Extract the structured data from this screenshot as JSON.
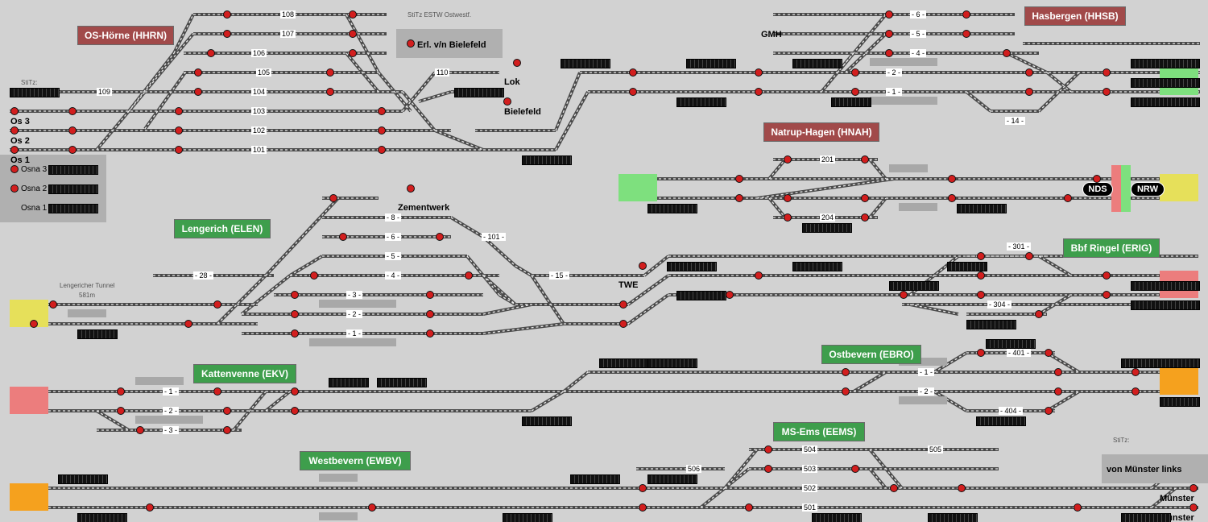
{
  "stations": [
    {
      "id": "hhrn",
      "label": "OS-Hörne (HHRN)",
      "color": "red"
    },
    {
      "id": "hhsb",
      "label": "Hasbergen (HHSB)",
      "color": "red"
    },
    {
      "id": "hnah",
      "label": "Natrup-Hagen (HNAH)",
      "color": "red"
    },
    {
      "id": "elen",
      "label": "Lengerich (ELEN)",
      "color": "green"
    },
    {
      "id": "erig",
      "label": "Bbf Ringel (ERIG)",
      "color": "green"
    },
    {
      "id": "ekv",
      "label": "Kattenvenne (EKV)",
      "color": "green"
    },
    {
      "id": "ebro",
      "label": "Ostbevern (EBRO)",
      "color": "green"
    },
    {
      "id": "eems",
      "label": "MS-Ems (EEMS)",
      "color": "green"
    },
    {
      "id": "ewbv",
      "label": "Westbevern (EWBV)",
      "color": "green"
    }
  ],
  "places": {
    "bielefeld_dir": "Erl. v/n Bielefeld",
    "stitz_estw": "StiTz ESTW Ostwestf.",
    "lok": "Lok",
    "bielefeld": "Bielefeld",
    "gmh": "GMH",
    "os3": "Os 3",
    "os2": "Os 2",
    "os1": "Os 1",
    "osna3": "Osna 3",
    "osna2": "Osna 2",
    "osna1": "Osna 1",
    "stitz_left": "StiTz:",
    "stitz_right": "StiTz:",
    "zementwerk": "Zementwerk",
    "twe": "TWE",
    "tunnel": "Lengericher Tunnel",
    "tunnel_len": "581m",
    "nds": "NDS",
    "nrw": "NRW",
    "von_muenster": "von Münster links",
    "muenster1": "Münster",
    "muenster2": "Münster"
  },
  "tracks": {
    "t108": "108",
    "t107": "107",
    "t106": "106",
    "t105": "105",
    "t104": "104",
    "t103": "103",
    "t102": "102",
    "t101": "101",
    "t109": "109",
    "t110": "110",
    "t6": "- 6 -",
    "t5": "- 5 -",
    "t4": "- 4 -",
    "t2": "- 2 -",
    "t1": "- 1 -",
    "t14": "- 14 -",
    "t201": "201",
    "t204": "204",
    "t28": "- 28 -",
    "t8": "- 8 -",
    "t6b": "- 6 -",
    "t5b": "- 5 -",
    "t4b": "- 4 -",
    "t3b": "- 3 -",
    "t2b": "- 2 -",
    "t1b": "- 1 -",
    "t101b": "- 101 -",
    "t15": "- 15 -",
    "t301": "- 301 -",
    "t304": "- 304 -",
    "t1c": "- 1 -",
    "t2c": "- 2 -",
    "t3c": "- 3 -",
    "t401": "- 401 -",
    "t404": "- 404 -",
    "t1d": "- 1 -",
    "t2d": "- 2 -",
    "t504": "504",
    "t503": "503",
    "t502": "502",
    "t501": "501",
    "t505": "505",
    "t506": "506"
  },
  "colors": {
    "background": "#d2d2d2",
    "station_red": "#a14a4a",
    "station_green": "#3e9e4c",
    "signal_red": "#d21e1e",
    "end_green": "#7ee07e",
    "end_yellow": "#e6e05a",
    "end_red": "#ec7d7d",
    "end_orange": "#f5a11e"
  }
}
